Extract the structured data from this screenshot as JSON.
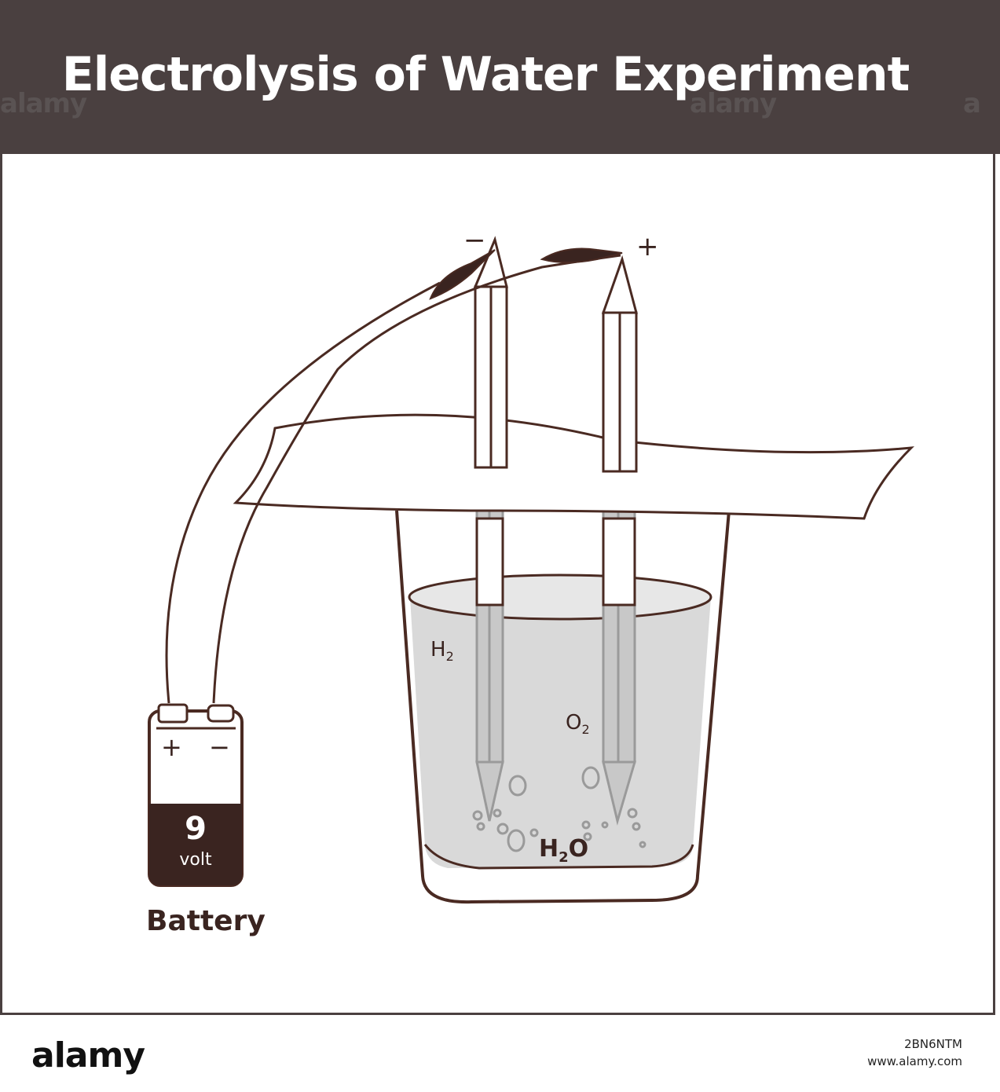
{
  "header": {
    "title": "Electrolysis of Water Experiment"
  },
  "labels": {
    "anode_sign": "+",
    "cathode_sign": "−",
    "hydrogen": "H",
    "hydrogen_sub": "2",
    "oxygen": "O",
    "oxygen_sub": "2",
    "water_h": "H",
    "water_sub": "2",
    "water_o": "O"
  },
  "battery": {
    "plus": "+",
    "minus": "−",
    "voltage_number": "9",
    "voltage_unit": "volt",
    "caption": "Battery"
  },
  "footer": {
    "logo": "alamy",
    "image_id": "2BN6NTM",
    "url": "www.alamy.com"
  },
  "watermarks": [
    "alamy",
    "alamy",
    "a"
  ],
  "colors": {
    "header_bg": "#4a4040",
    "line": "#4a2a22",
    "water": "#d9d9d9",
    "battery_band": "#3a2420"
  }
}
